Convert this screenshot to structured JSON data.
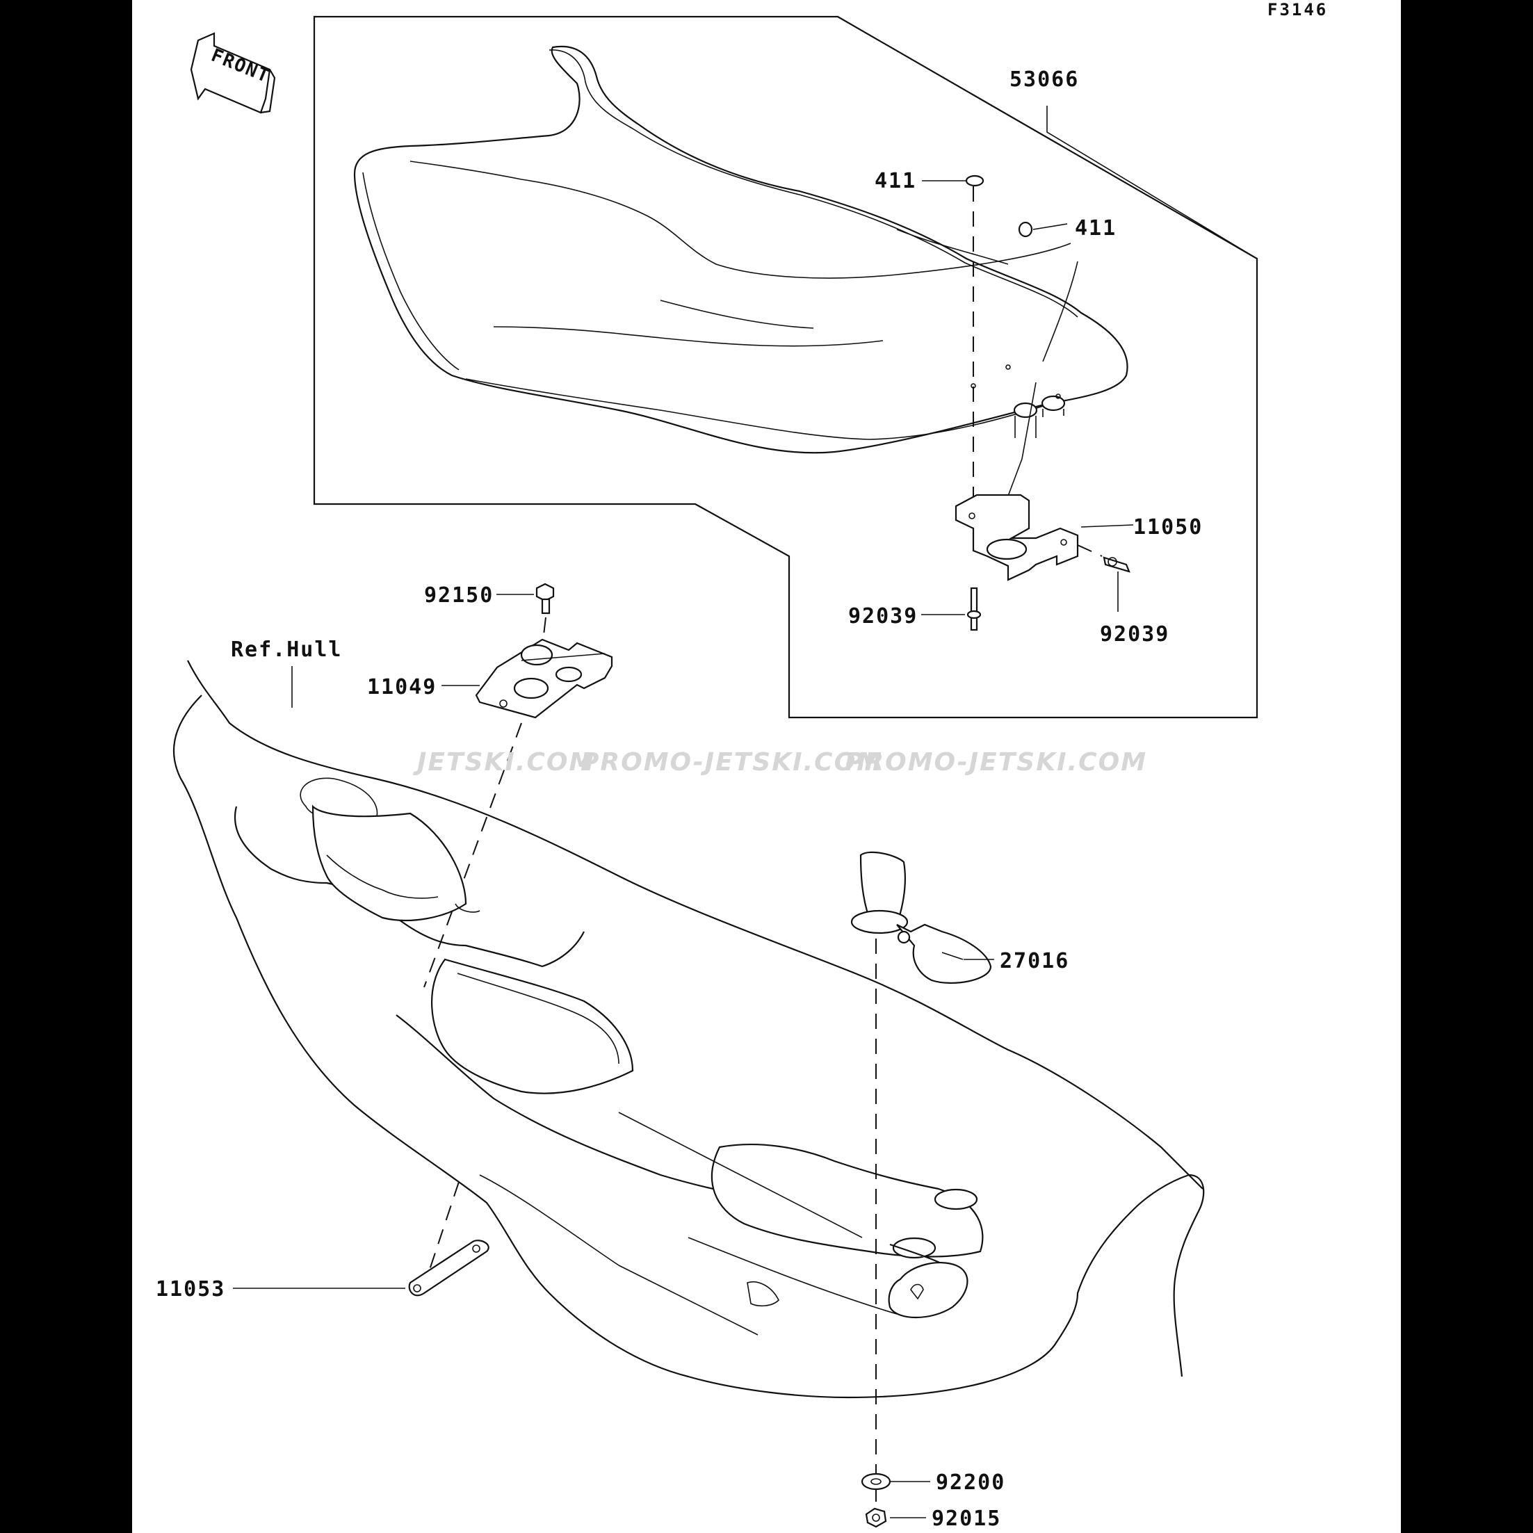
{
  "figure_code": "F3146",
  "direction_tag": "FRONT",
  "reference_label": "Ref.Hull",
  "watermarks": [
    "JETSKI.COM",
    "PROMO-JETSKI.COM",
    "PROMO-JETSKI.COM"
  ],
  "callouts": {
    "seat_assembly": "53066",
    "washer_top": "411",
    "washer_side": "411",
    "bracket_seat": "11050",
    "pin_left": "92039",
    "pin_right": "92039",
    "bolt": "92150",
    "bracket_hull": "11049",
    "seat_catch": "27016",
    "plate": "11053",
    "washer_bottom": "92200",
    "nut": "92015"
  },
  "colors": {
    "line": "#111111",
    "paper": "#ffffff",
    "border": "#000000",
    "watermark": "#d6d6d6"
  }
}
